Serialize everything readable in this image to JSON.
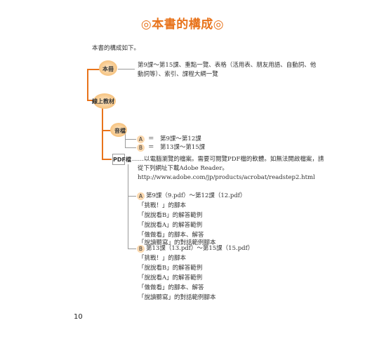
{
  "title": "◎本書的構成◎",
  "intro": "本書的構成如下。",
  "main_book": {
    "label": "本冊",
    "desc_line1": "第9課～第15課、重點一覽、表格（活用表、朋友用語、自動詞、他",
    "desc_line2": "動詞等）、索引、課程大綱一覽"
  },
  "online": {
    "label": "線上教材"
  },
  "audio": {
    "label": "音檔",
    "items": [
      {
        "badge": "A",
        "text": "＝　第9課～第12課"
      },
      {
        "badge": "B",
        "text": "＝　第13課～第15課"
      }
    ]
  },
  "pdf": {
    "label": "PDF檔",
    "desc_line1": "……以電腦瀏覽的檔案。需要可閱覽PDF檔的軟體。如無法開啟檔案，請",
    "desc_line2": "從下列網址下載Adobe Reader。",
    "url": "http://www.adobe.com/jp/products/acrobat/readstep2.html",
    "group_a": {
      "badge": "A",
      "header": "第9課（9.pdf）～第12課（12.pdf）",
      "items": [
        "「挑戰！」的腳本",
        "「說說看B」的解答範例",
        "「說說看A」的解答範例",
        "「做做看」的腳本、解答",
        "「說讀聽寫」的對話範例腳本"
      ]
    },
    "group_b": {
      "badge": "B",
      "header": "第13課（13.pdf）～第15課（15.pdf）",
      "items": [
        "「挑戰！」的腳本",
        "「說說看B」的解答範例",
        "「說說看A」的解答範例",
        "「做做看」的腳本、解答",
        "「說讀聽寫」的對話範例腳本"
      ]
    }
  },
  "page_number": "10",
  "colors": {
    "accent": "#e8731b",
    "icon_fill": "#f7c88a",
    "badge_fill": "#fbd9b0"
  }
}
